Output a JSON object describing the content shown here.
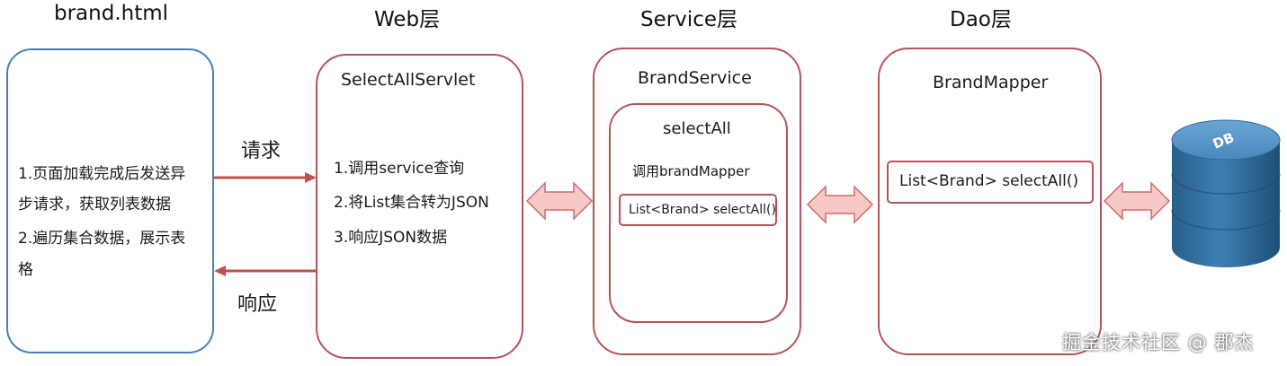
{
  "headers": {
    "browser": "brand.html",
    "web": "Web层",
    "service": "Service层",
    "dao": "Dao层"
  },
  "browser_box": {
    "lines": [
      "1.页面加载完成后发送异",
      "步请求，获取列表数据",
      "2.遍历集合数据，展示表",
      "格"
    ]
  },
  "labels": {
    "request": "请求",
    "response": "响应"
  },
  "web_box": {
    "title": "SelectAllServlet",
    "steps": [
      "1.调用service查询",
      "2.将List集合转为JSON",
      "3.响应JSON数据"
    ]
  },
  "service_box": {
    "title": "BrandService",
    "method_title": "selectAll",
    "method_desc": "调用brandMapper",
    "method_sig": "List<Brand> selectAll()"
  },
  "dao_box": {
    "title": "BrandMapper",
    "method_sig": "List<Brand> selectAll()"
  },
  "db": {
    "label": "DB"
  },
  "watermark": "掘金技术社区 @ 郡杰",
  "colors": {
    "blue_border": "#4a7ebb",
    "red_border": "#b5525a",
    "arrow_line": "#c0504d",
    "double_arrow_fill": "#f6c9c9",
    "double_arrow_stroke": "#d26a6a",
    "db_top": "#4f8fc0",
    "db_side": "#2e6b99"
  }
}
